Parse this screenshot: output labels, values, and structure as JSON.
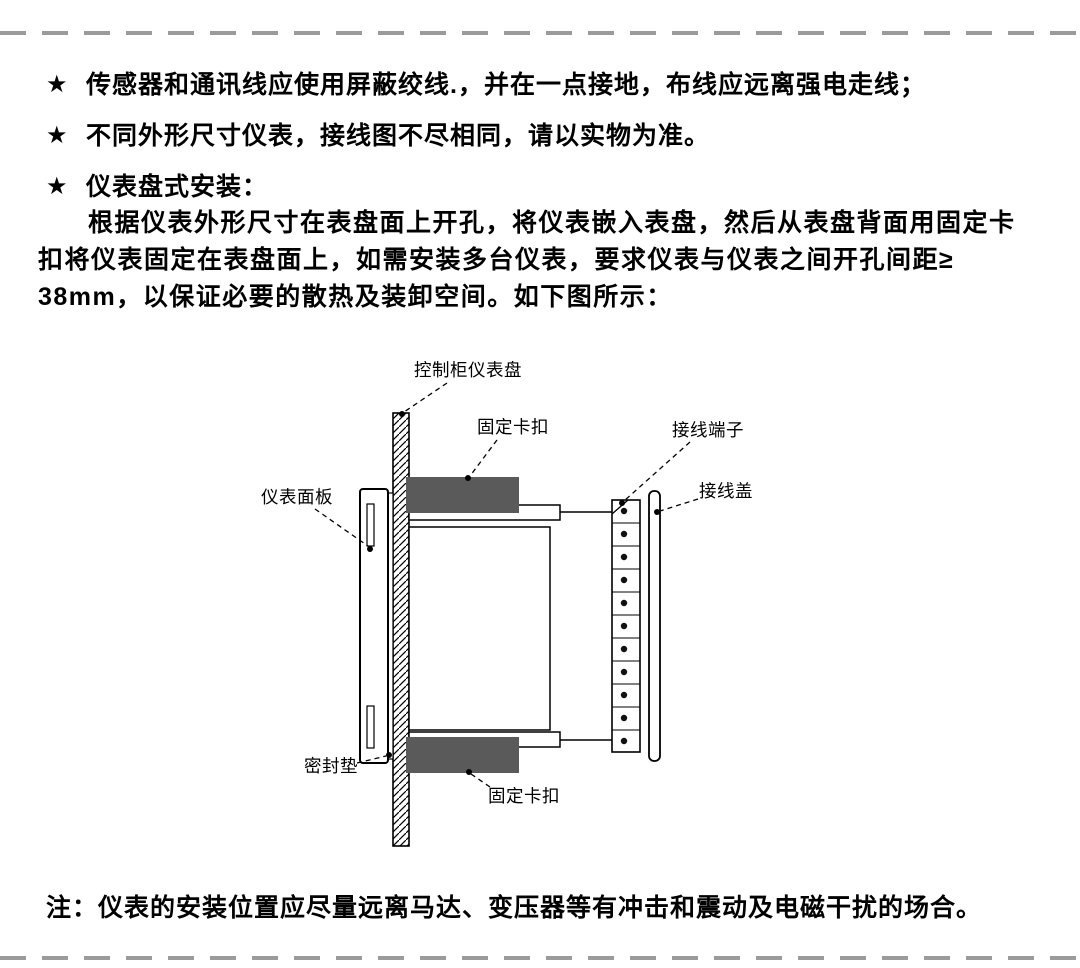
{
  "page": {
    "bullets": [
      {
        "marker": "★",
        "text": "传感器和通讯线应使用屏蔽绞线.，并在一点接地，布线应远离强电走线；"
      },
      {
        "marker": "★",
        "text": "不同外形尺寸仪表，接线图不尽相同，请以实物为准。"
      },
      {
        "marker": "★",
        "text": "仪表盘式安装："
      }
    ],
    "paragraph": {
      "lines": [
        "根据仪表外形尺寸在表盘面上开孔，将仪表嵌入表盘，然后从表盘背面用固定卡",
        "扣将仪表固定在表盘面上，如需安装多台仪表，要求仪表与仪表之间开孔间距≥",
        "38mm，以保证必要的散热及装卸空间。如下图所示："
      ]
    },
    "note": "注：仪表的安装位置应尽量远离马达、变压器等有冲击和震动及电磁干扰的场合。"
  },
  "diagram": {
    "labels": {
      "panel": "控制柜仪表盘",
      "clip_top": "固定卡扣",
      "terminal": "接线端子",
      "cover": "接线盖",
      "faceplate": "仪表面板",
      "gasket": "密封垫",
      "clip_bottom": "固定卡扣"
    },
    "colors": {
      "clip": "#5a5a5a",
      "divider_dash": "#9b9b9b",
      "line": "#000000"
    }
  }
}
